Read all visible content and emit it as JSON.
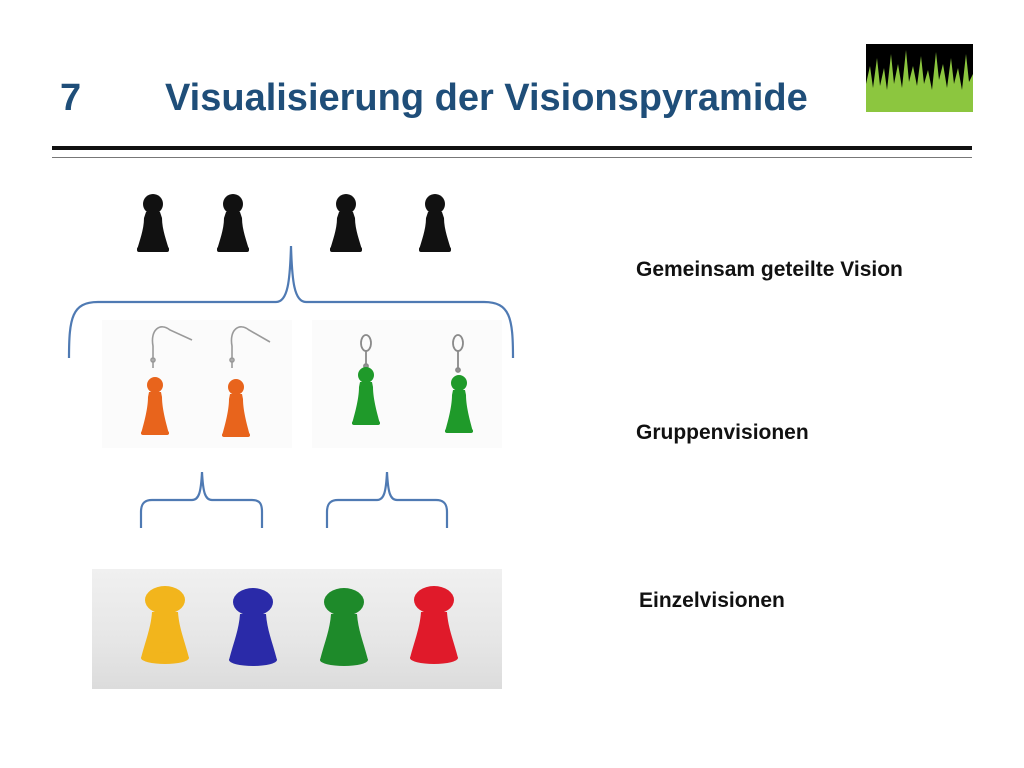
{
  "slide": {
    "number": "7",
    "title": "Visualisierung der Visionspyramide"
  },
  "labels": {
    "shared_vision": "Gemeinsam geteilte Vision",
    "group_visions": "Gruppenvisionen",
    "individual_visions": "Einzelvisionen"
  },
  "colors": {
    "title": "#1f4e79",
    "bracket": "#4f7ab3",
    "logo_grass": "#8cc63f",
    "top_pawns": "#111111",
    "group_pawns": [
      "#e8641c",
      "#e8641c",
      "#1f9a2a",
      "#1f9a2a"
    ],
    "individual_pawns": [
      "#f2b51c",
      "#2a2aa8",
      "#1e8a2a",
      "#e01a2a"
    ]
  },
  "icons": {
    "logo": "grass-logo-icon",
    "top_pawn": "black-pawn-icon",
    "earring_pawn": "earring-pawn-icon",
    "keychain_pawn": "keychain-pawn-icon",
    "individual_pawn": "pawn-icon"
  }
}
